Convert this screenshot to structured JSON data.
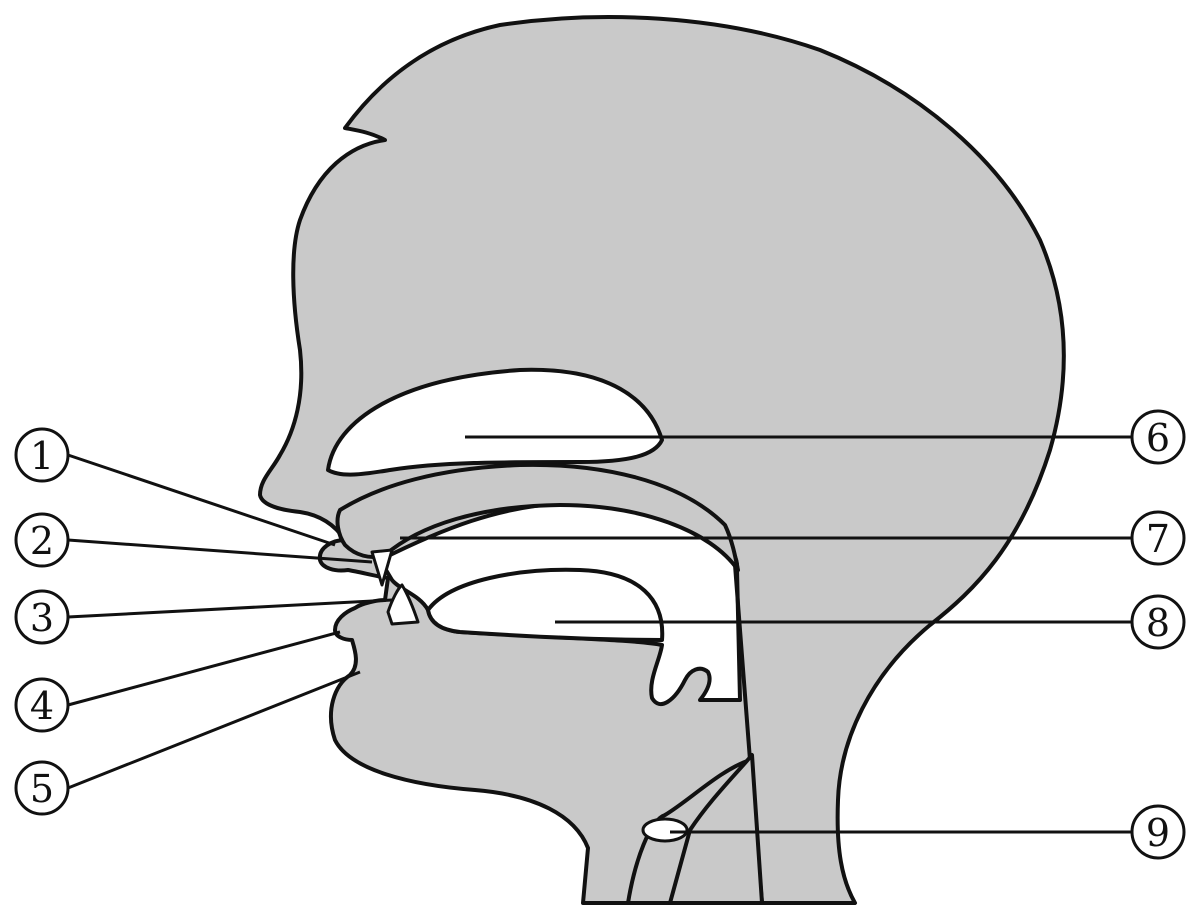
{
  "markers": {
    "m1": "1",
    "m2": "2",
    "m3": "3",
    "m4": "4",
    "m5": "5",
    "m6": "6",
    "m7": "7",
    "m8": "8",
    "m9": "9"
  },
  "colors": {
    "tissue": "#c9c9c9",
    "outline": "#111111",
    "background": "#ffffff"
  }
}
